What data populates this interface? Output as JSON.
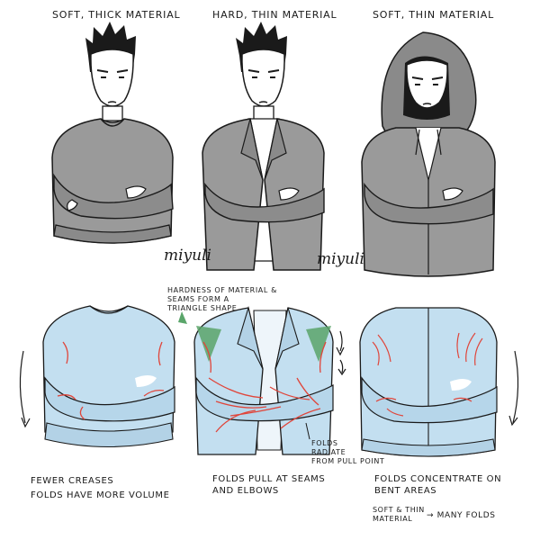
{
  "columns": [
    {
      "title": "SOFT, THICK MATERIAL"
    },
    {
      "title": "HARD, THIN MATERIAL"
    },
    {
      "title": "SOFT, THIN MATERIAL"
    }
  ],
  "signatures": [
    "miyuli",
    "miyuli"
  ],
  "annotations": {
    "hardness": [
      "HARDNESS OF MATERIAL &",
      "SEAMS FORM A",
      "TRIANGLE SHAPE"
    ],
    "folds_radiate": [
      "FOLDS",
      "RADIATE",
      "FROM PULL POINT"
    ]
  },
  "captions": {
    "col1": [
      "FEWER CREASES",
      "FOLDS HAVE MORE VOLUME"
    ],
    "col2": [
      "FOLDS PULL AT SEAMS",
      "AND ELBOWS"
    ],
    "col3": [
      "FOLDS CONCENTRATE ON",
      "BENT AREAS"
    ],
    "col3_note_left": [
      "SOFT & THIN",
      "MATERIAL"
    ],
    "col3_note_right": "→ MANY FOLDS"
  },
  "colors": {
    "fabric_gray": "#9a9a9a",
    "fabric_blue": "#c3dff0",
    "fold_red": "#e0453a",
    "triangle_green": "#5aa56a",
    "line": "#1a1a1a"
  }
}
